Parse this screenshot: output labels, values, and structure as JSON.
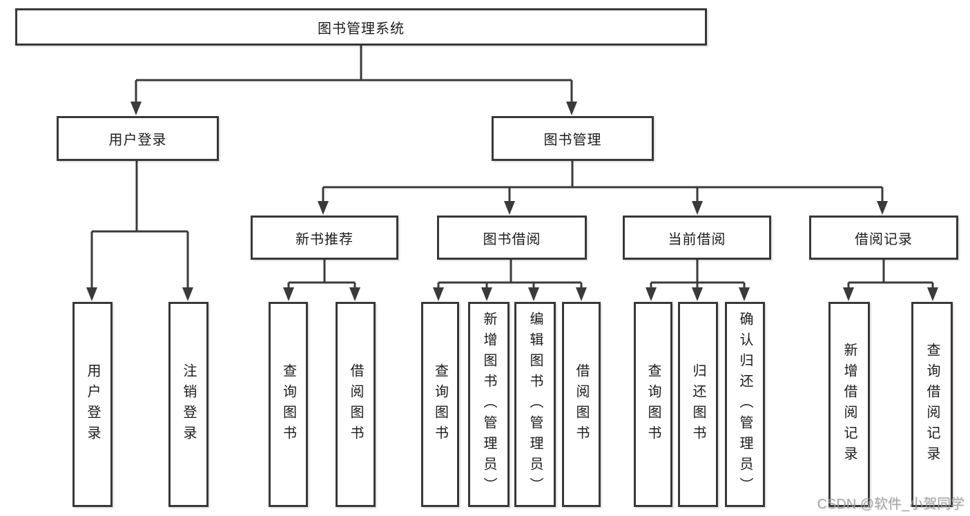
{
  "page": {
    "background": "#ffffff",
    "line_color": "#3a3a3a",
    "box_fill": "#ffffff",
    "text_color": "#1c1c1c"
  },
  "diagram": {
    "type": "hierarchy-tree",
    "tree": {
      "label": "图书管理系统",
      "children": [
        {
          "label": "用户登录",
          "children": [
            {
              "label": "用户登录"
            },
            {
              "label": "注销登录"
            }
          ]
        },
        {
          "label": "图书管理",
          "children": [
            {
              "label": "新书推荐",
              "children": [
                {
                  "label": "查询图书"
                },
                {
                  "label": "借阅图书"
                }
              ]
            },
            {
              "label": "图书借阅",
              "children": [
                {
                  "label": "查询图书"
                },
                {
                  "label": "新增图书（管理员）"
                },
                {
                  "label": "编辑图书（管理员）"
                },
                {
                  "label": "借阅图书"
                }
              ]
            },
            {
              "label": "当前借阅",
              "children": [
                {
                  "label": "查询图书"
                },
                {
                  "label": "归还图书"
                },
                {
                  "label": "确认归还（管理员）"
                }
              ]
            },
            {
              "label": "借阅记录",
              "children": [
                {
                  "label": "新增借阅记录"
                },
                {
                  "label": "查询借阅记录"
                }
              ]
            }
          ]
        }
      ]
    }
  },
  "watermark": {
    "text": "CSDN @软件_小贺同学",
    "color": "#9e9e9e"
  }
}
